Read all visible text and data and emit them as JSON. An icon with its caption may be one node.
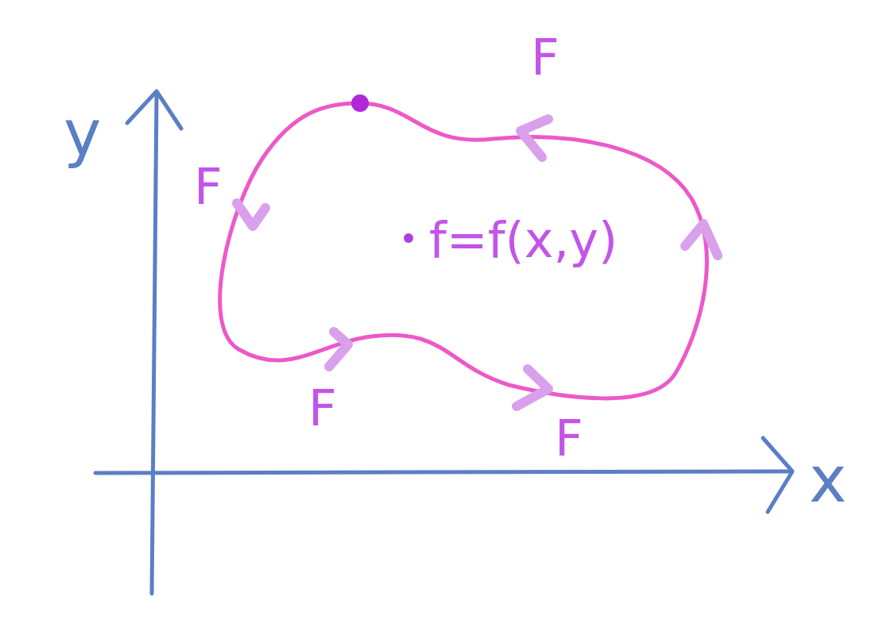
{
  "diagram": {
    "labels": [
      "F",
      "y",
      "F",
      "f=f(x,y)",
      "F",
      "F",
      "x"
    ]
  }
}
